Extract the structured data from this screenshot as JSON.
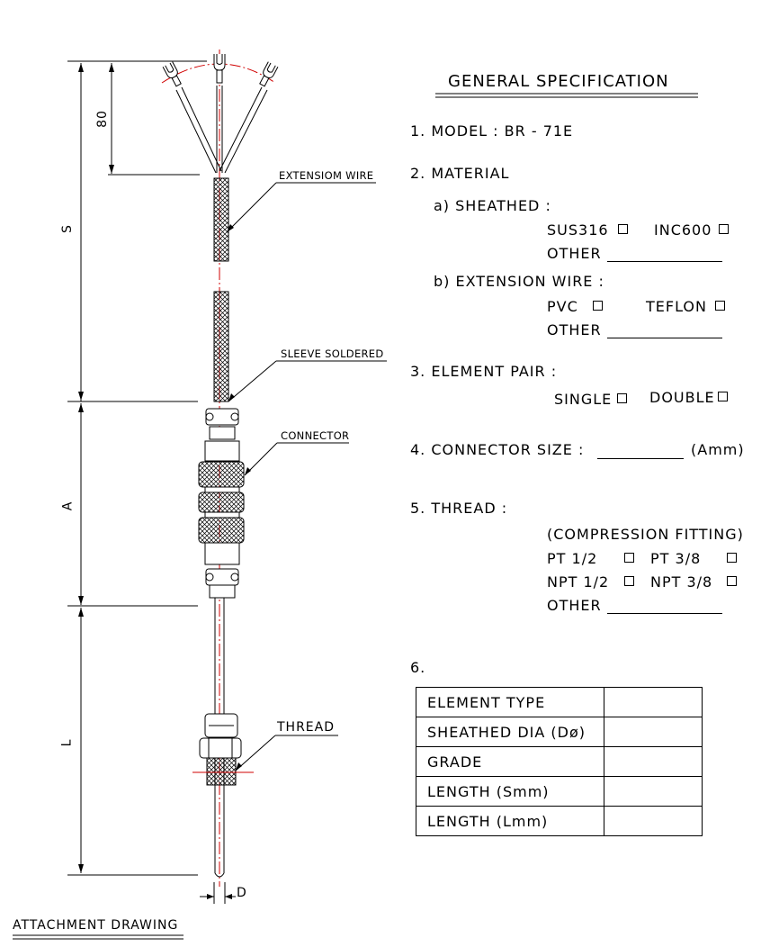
{
  "title": "GENERAL SPECIFICATION",
  "attachment": "ATTACHMENT DRAWING",
  "drawing": {
    "labels": {
      "extension_wire": "EXTENSIOM WIRE",
      "sleeve": "SLEEVE SOLDERED",
      "connector": "CONNECTOR",
      "thread": "THREAD"
    },
    "dims": {
      "d80": "80",
      "s": "S",
      "a": "A",
      "l": "L",
      "d": "D"
    }
  },
  "spec": {
    "model": "1. MODEL :  BR - 71E",
    "material": "2. MATERIAL",
    "sheathed": "a) SHEATHED :",
    "sus316": "SUS316",
    "inc600": "INC600",
    "other": "OTHER",
    "ext_wire": "b) EXTENSION WIRE :",
    "pvc": "PVC",
    "teflon": "TEFLON",
    "element_pair": "3. ELEMENT PAIR :",
    "single": "SINGLE",
    "double": "DOUBLE",
    "connector_size": "4. CONNECTOR SIZE :",
    "amm": "(Amm)",
    "thread": "5. THREAD :",
    "compression": "(COMPRESSION FITTING)",
    "pt12": "PT 1/2",
    "pt38": "PT 3/8",
    "npt12": "NPT 1/2",
    "npt38": "NPT 3/8",
    "six": "6."
  },
  "table": {
    "rows": [
      "ELEMENT TYPE",
      "SHEATHED DIA (Dø)",
      "GRADE",
      "LENGTH (Smm)",
      "LENGTH (Lmm)"
    ]
  }
}
